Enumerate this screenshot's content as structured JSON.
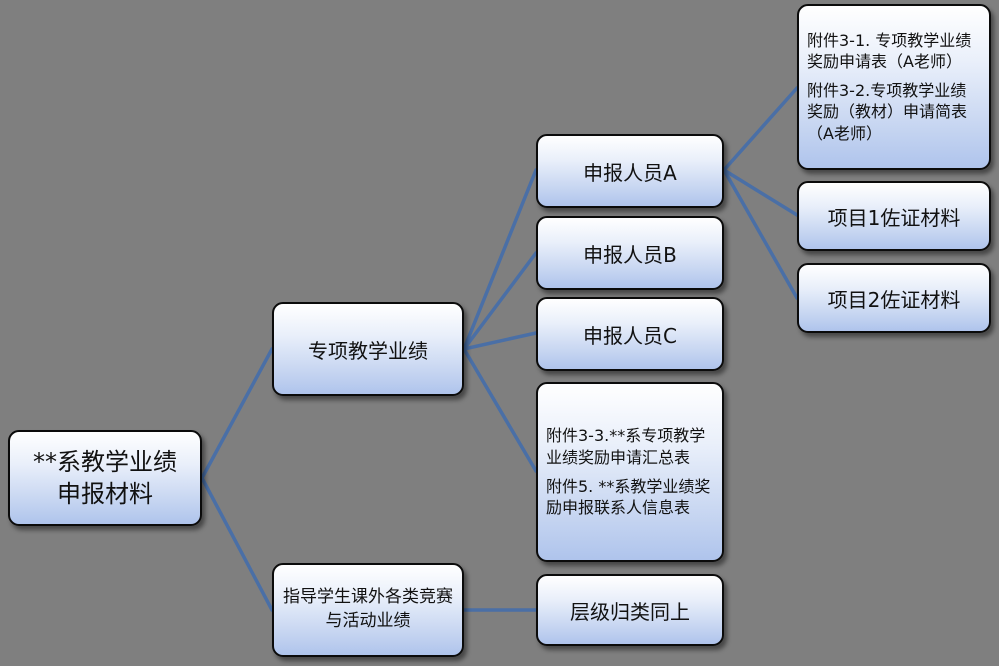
{
  "colors": {
    "background": "#7f7f7f",
    "connector": "#4a6fa6",
    "node_border": "#0b0b0b",
    "node_fill_top": "#ffffff",
    "node_fill_bottom": "#afc4ec"
  },
  "root": {
    "label": "**系教学业绩申报材料"
  },
  "level1": {
    "teaching": {
      "label": "专项教学业绩"
    },
    "guidance": {
      "label": "指导学生课外各类竞赛与活动业绩"
    }
  },
  "level2": {
    "applicant_a": {
      "label": "申报人员A"
    },
    "applicant_b": {
      "label": "申报人员B"
    },
    "applicant_c": {
      "label": "申报人员C"
    },
    "summary_forms": {
      "item1": "附件3-3.**系专项教学业绩奖励申请汇总表",
      "item2": "附件5. **系教学业绩奖励申报联系人信息表"
    },
    "same_level": {
      "label": "层级归类同上"
    }
  },
  "level3": {
    "forms_a": {
      "item1": "附件3-1. 专项教学业绩奖励申请表（A老师）",
      "item2": "附件3-2.专项教学业绩奖励（教材）申请简表（A老师）"
    },
    "evidence_1": {
      "label": "项目1佐证材料"
    },
    "evidence_2": {
      "label": "项目2佐证材料"
    }
  }
}
